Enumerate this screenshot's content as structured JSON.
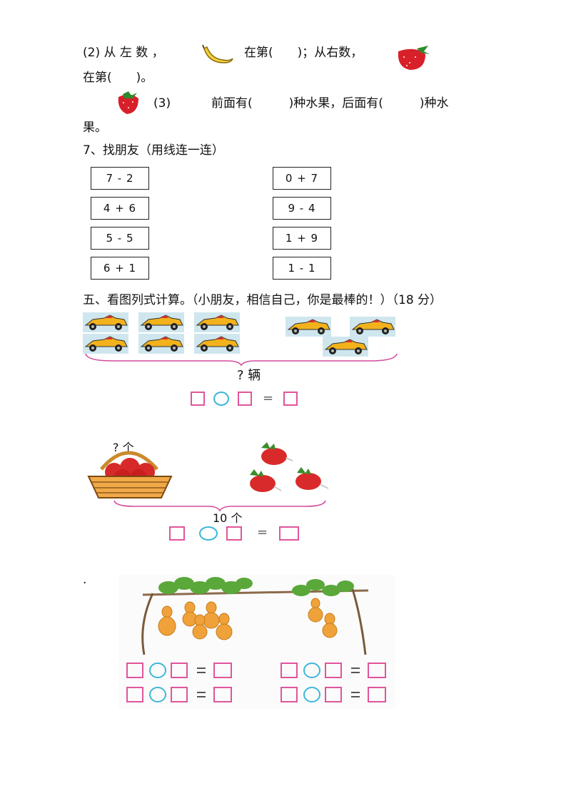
{
  "q2": {
    "prefix": "(2) 从 左 数 ，",
    "mid": "在第(　　)；从右数，",
    "end": "在第(　　)。"
  },
  "q3": {
    "num": "(3)",
    "text": "前面有(　　　)种水果，后面有(　　　)种水",
    "end": "果。"
  },
  "section7": {
    "title": "7、找朋友（用线连一连）",
    "left": [
      "7 - 2",
      "4 + 6",
      "5 - 5",
      "6 + 1"
    ],
    "right": [
      "0 + 7",
      "9 - 4",
      "1 + 9",
      "1 - 1"
    ]
  },
  "section5": {
    "title": "五、看图列式计算。（小朋友，相信自己，你是最棒的！）（18 分）"
  },
  "problem_cars": {
    "total_label": "? 辆"
  },
  "problem_apples": {
    "basket_label": "?  个",
    "total_label": "10 个"
  },
  "dot": "."
}
